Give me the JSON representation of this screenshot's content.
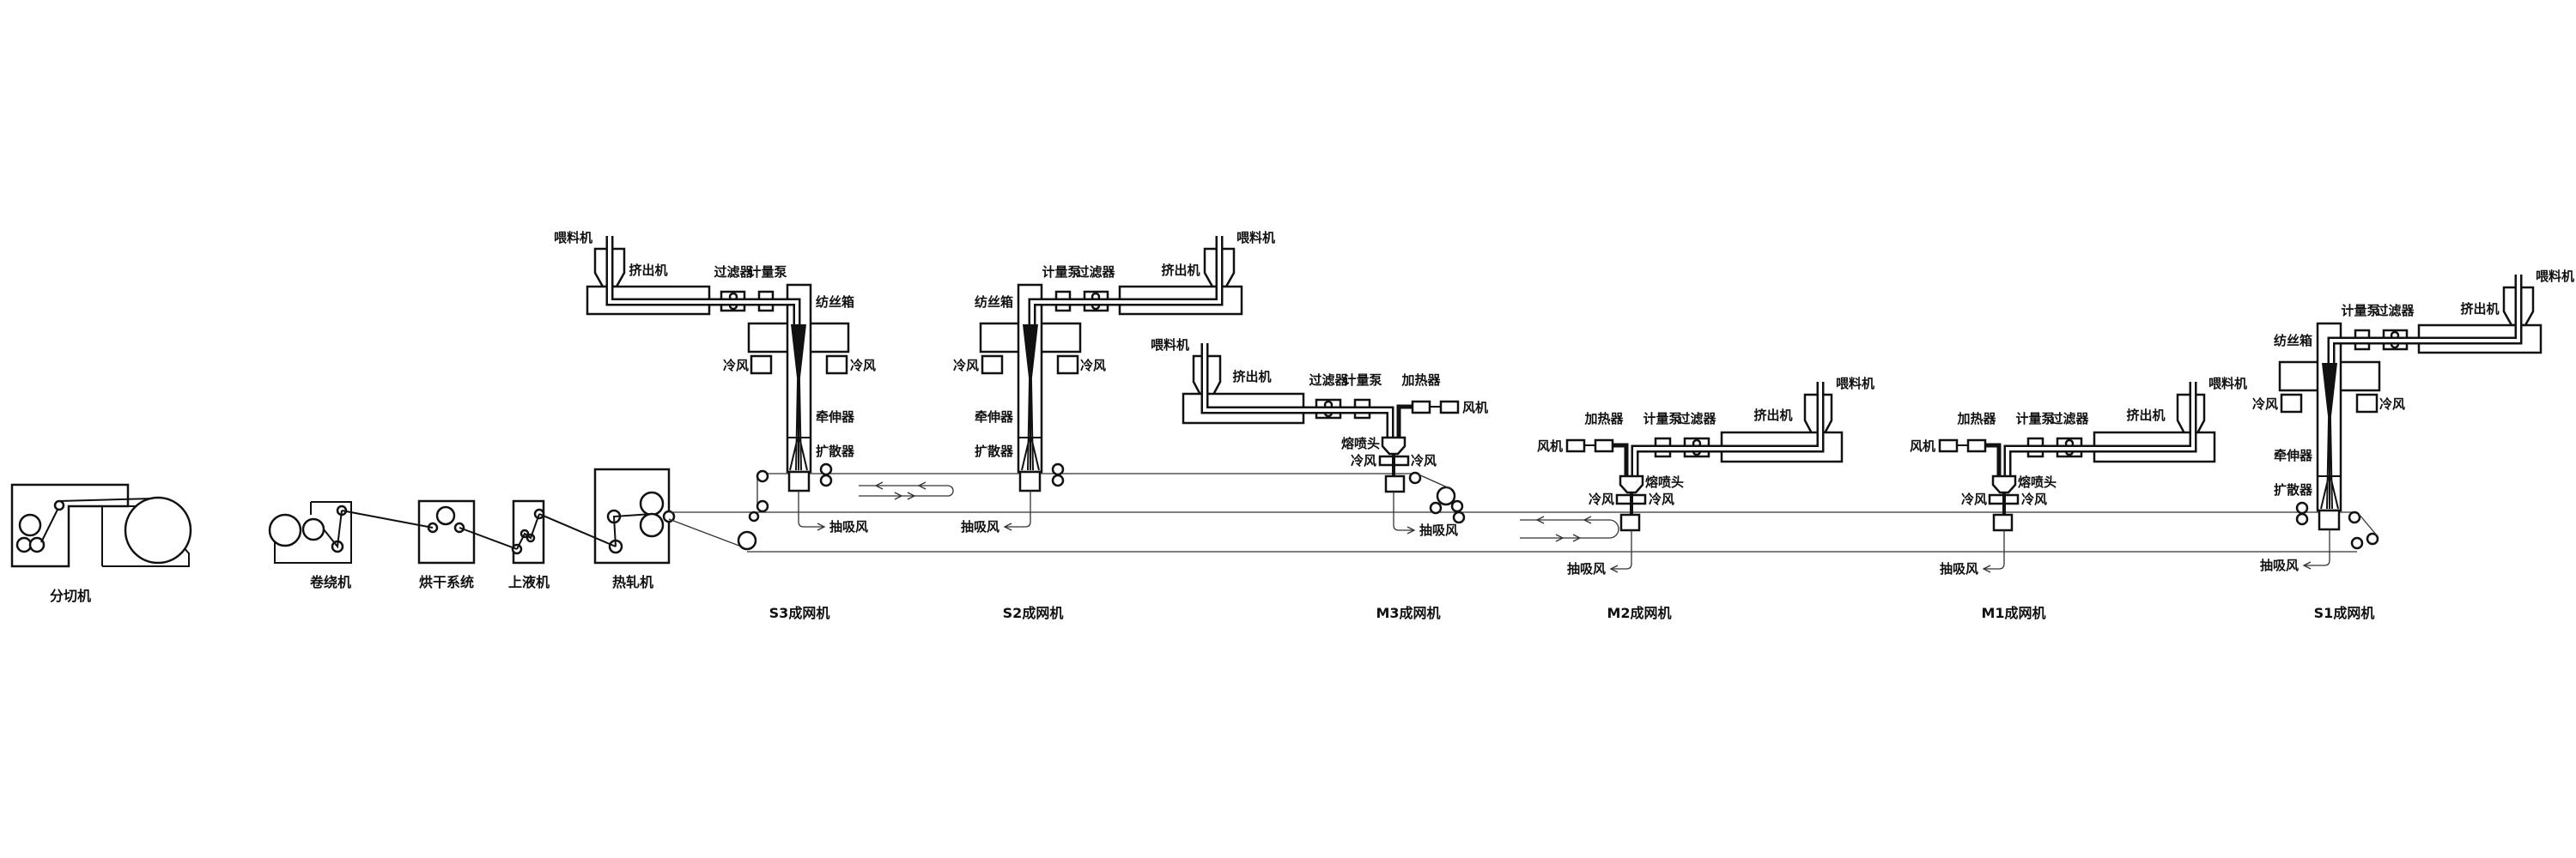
{
  "line_machines": {
    "slitter": "分切机",
    "winder": "卷绕机",
    "dryer": "烘干系统",
    "liquid_applicator": "上液机",
    "calender": "热轧机"
  },
  "spunbond_labels": {
    "feeder": "喂料机",
    "extruder": "挤出机",
    "filter": "过滤器",
    "metering_pump": "计量泵",
    "spin_box": "纺丝箱",
    "cold_air": "冷风",
    "drawing_unit": "牵伸器",
    "diffuser": "扩散器",
    "suction_air": "抽吸风"
  },
  "meltblown_labels": {
    "feeder": "喂料机",
    "extruder": "挤出机",
    "filter": "过滤器",
    "metering_pump": "计量泵",
    "heater": "加热器",
    "blower": "风机",
    "die_head": "熔喷头",
    "cold_air": "冷风",
    "suction_air": "抽吸风"
  },
  "forming_units": [
    {
      "type": "spunbond",
      "name": "S3成网机"
    },
    {
      "type": "spunbond",
      "name": "S2成网机"
    },
    {
      "type": "meltblown",
      "name": "M3成网机"
    },
    {
      "type": "meltblown",
      "name": "M2成网机"
    },
    {
      "type": "meltblown",
      "name": "M1成网机"
    },
    {
      "type": "spunbond",
      "name": "S1成网机"
    }
  ]
}
